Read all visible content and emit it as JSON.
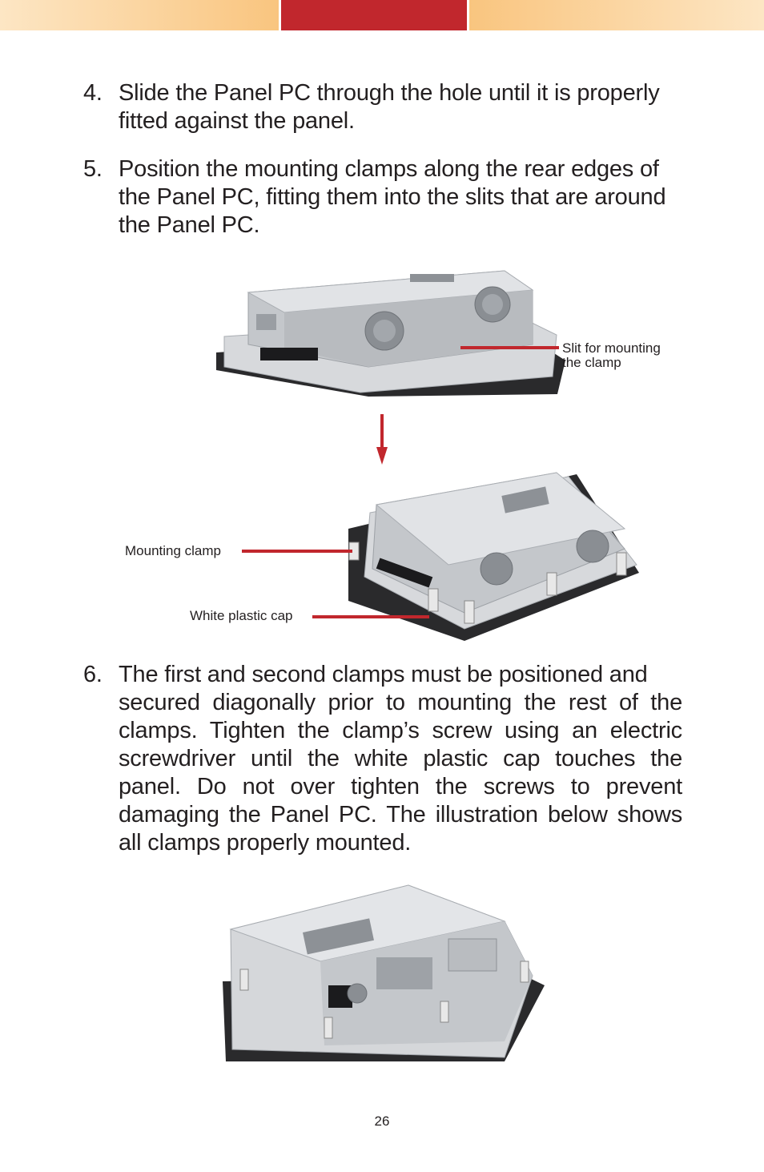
{
  "steps": [
    {
      "number": "4.",
      "line1": "Slide the Panel PC through the hole until it is properly",
      "line2": "fitted against the panel."
    },
    {
      "number": "5.",
      "text": "Position the mounting clamps along the rear edges of the Panel PC, fitting them into the slits that are around the Panel PC."
    },
    {
      "number": "6.",
      "line1": "The first and second clamps must be positioned and",
      "rest": "secured diagonally prior to mounting the rest of the clamps. Tighten the clamp’s screw using an electric screwdriver until the white plastic cap touches the panel. Do not over tighten the screws to prevent damaging the Panel PC. The illustration below shows all clamps properly mounted."
    }
  ],
  "figure1": {
    "labels": {
      "slit_line1": "Slit for mounting",
      "slit_line2": "the clamp",
      "mounting_clamp": "Mounting clamp",
      "white_plastic_cap": "White plastic cap"
    },
    "accent_color": "#c1272d"
  },
  "header": {
    "accent_color": "#c1272d",
    "gradient_color": "#f9c57f"
  },
  "page_number": "26"
}
